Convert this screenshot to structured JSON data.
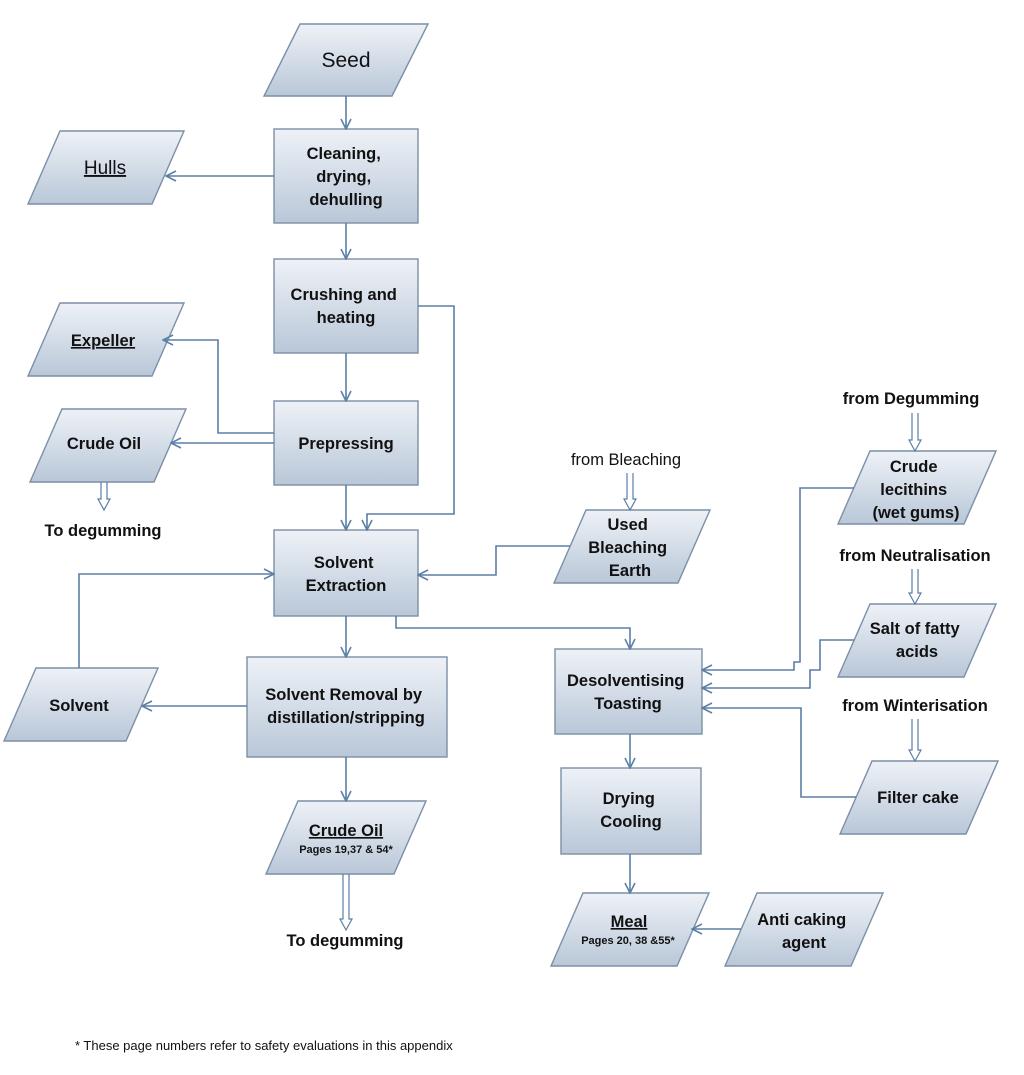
{
  "nodes": {
    "seed": "Seed",
    "hulls": "Hulls",
    "cleaning": [
      "Cleaning,",
      "drying,",
      "dehulling"
    ],
    "crushing": [
      "Crushing and",
      "heating"
    ],
    "expeller": "Expeller",
    "prepressing": "Prepressing",
    "crude_oil_1": "Crude Oil",
    "to_degumming_1": "To degumming",
    "solvent_extraction": [
      "Solvent",
      "Extraction"
    ],
    "from_bleaching": "from Bleaching",
    "used_bleaching_earth": [
      "Used",
      "Bleaching",
      "Earth"
    ],
    "from_degumming": "from Degumming",
    "crude_lecithins": [
      "Crude",
      "lecithins",
      "(wet gums)"
    ],
    "from_neutralisation": "from Neutralisation",
    "salt_fatty_acids": [
      "Salt of fatty",
      "acids"
    ],
    "solvent": "Solvent",
    "solvent_removal": [
      "Solvent Removal by",
      "distillation/stripping"
    ],
    "desolventising": [
      "Desolventising",
      "Toasting"
    ],
    "from_winterisation": "from Winterisation",
    "filter_cake": "Filter cake",
    "drying_cooling": [
      "Drying",
      "Cooling"
    ],
    "crude_oil_2": "Crude Oil",
    "crude_oil_2_pages": "Pages 19,37 & 54*",
    "to_degumming_2": "To degumming",
    "meal": "Meal",
    "meal_pages": "Pages 20, 38 &55*",
    "anti_caking": [
      "Anti caking",
      "agent"
    ]
  },
  "footnote": "* These page numbers refer to safety evaluations in this appendix",
  "colors": {
    "box_top": "#eef2f7",
    "box_bottom": "#b9c7d8",
    "border": "#7b8fa6",
    "arrow": "#5b7fa6"
  }
}
